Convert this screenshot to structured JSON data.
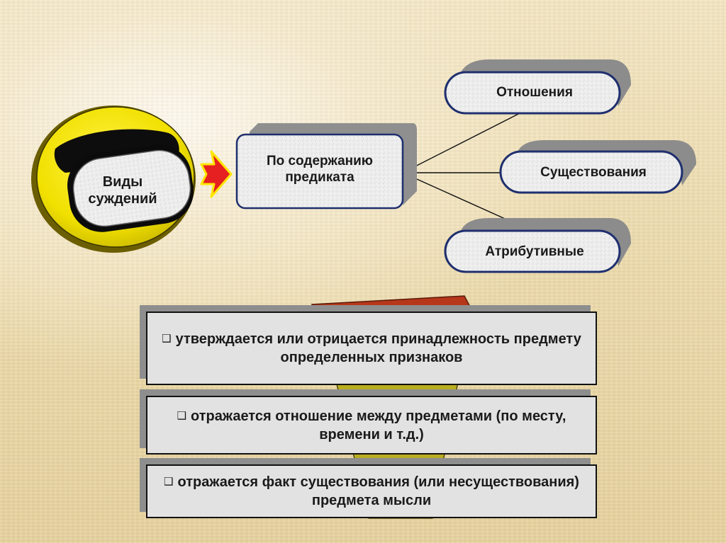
{
  "diagram": {
    "root": {
      "label": "Виды суждений"
    },
    "center": {
      "label": "По содержанию предиката"
    },
    "branches": [
      {
        "label": "Отношения"
      },
      {
        "label": "Существования"
      },
      {
        "label": "Атрибутивные"
      }
    ]
  },
  "descriptions": [
    {
      "bullet": "❑",
      "text": "утверждается или отрицается принадлежность предмету определенных признаков"
    },
    {
      "bullet": "❑",
      "text": "отражается отношение между предметами (по месту, времени и т.д.)"
    },
    {
      "bullet": "❑",
      "text": "отражается факт существования (или несуществования) предмета мысли"
    }
  ],
  "colors": {
    "accent_yellow": "#f5e600",
    "arrow_red": "#e62020",
    "funnel_top": "#b83a1a",
    "node_border": "#1f2f6e"
  }
}
